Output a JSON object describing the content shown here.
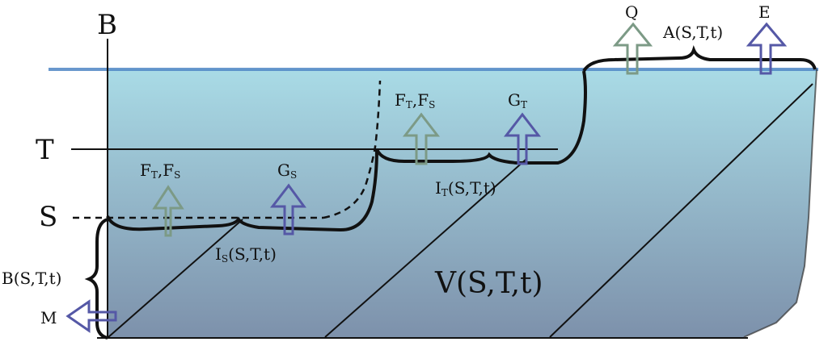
{
  "colors": {
    "water_top": "#a9dbe6",
    "water_bottom": "#7d91ab",
    "surface": "#4f86c4",
    "arrow_green": "#7c9a86",
    "arrow_blue": "#5558a6",
    "line": "#111111"
  },
  "labels": {
    "axis": "B",
    "t_axis": "T",
    "s_axis": "S",
    "q": "Q",
    "e": "E",
    "a": "A(S,T,t)",
    "v": "V(S,T,t)",
    "b": "B(S,T,t)",
    "m": "M",
    "ft_fs_lower": {
      "f1": "F",
      "s1": "T",
      "comma": ",",
      "f2": "F",
      "s2": "S"
    },
    "ft_fs_upper": {
      "f1": "F",
      "s1": "T",
      "comma": ",",
      "f2": "F",
      "s2": "S"
    },
    "gs": {
      "main": "G",
      "sub": "S"
    },
    "gt": {
      "main": "G",
      "sub": "T"
    },
    "is": {
      "main": "I",
      "sub": "S",
      "rest": "(S,T,t)"
    },
    "it": {
      "main": "I",
      "sub": "T",
      "rest": "(S,T,t)"
    }
  },
  "icons": {
    "arrow_up_green": "arrow-up-outline-green",
    "arrow_up_blue": "arrow-up-outline-blue",
    "arrow_left_blue": "arrow-left-outline-blue"
  }
}
